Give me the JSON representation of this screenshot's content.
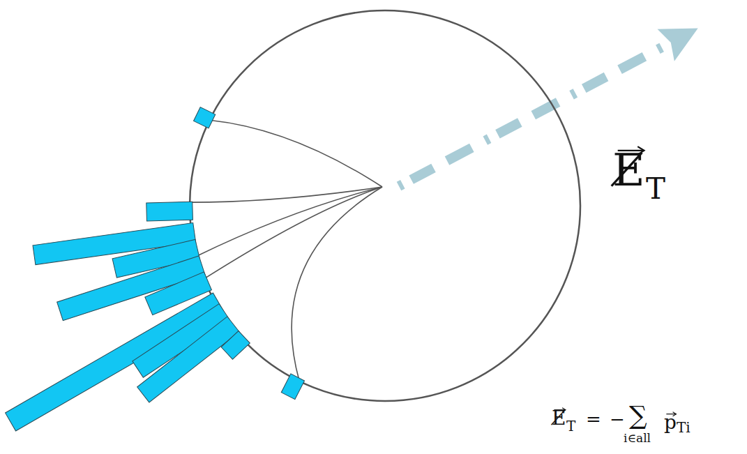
{
  "diagram": {
    "labels": [
      "E̸",
      "T",
      "E̸",
      "T",
      "=",
      "−",
      "∑",
      "i∈all",
      "p",
      "Ti"
    ]
  }
}
